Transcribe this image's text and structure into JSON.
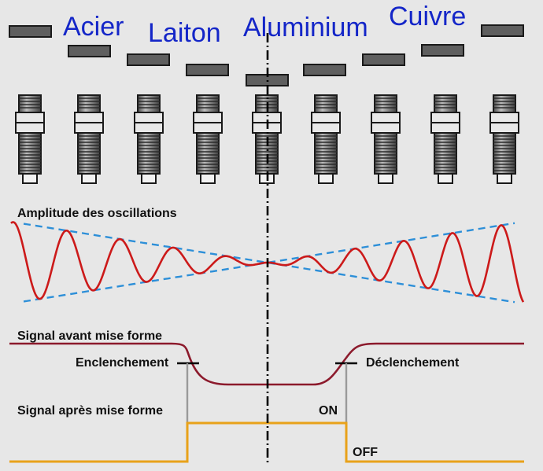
{
  "metals": [
    "Acier",
    "Laiton",
    "Aluminium",
    "Cuivre"
  ],
  "labels": {
    "amplitude": "Amplitude des oscillations",
    "signal_before": "Signal avant mise forme",
    "switch_on": "Enclenchement",
    "switch_off": "Déclenchement",
    "signal_after": "Signal après mise forme",
    "on": "ON",
    "off": "OFF"
  },
  "colors": {
    "metal_text": "#1426c8",
    "oscillation": "#cc1a1a",
    "envelope": "#2d8fd8",
    "signal_before": "#8c1a2c",
    "signal_after": "#e8a21a",
    "transition": "#9a9a9a",
    "plate": "#5f5f5f",
    "sensor": "#7a7a7a"
  },
  "sensor_count": 9
}
